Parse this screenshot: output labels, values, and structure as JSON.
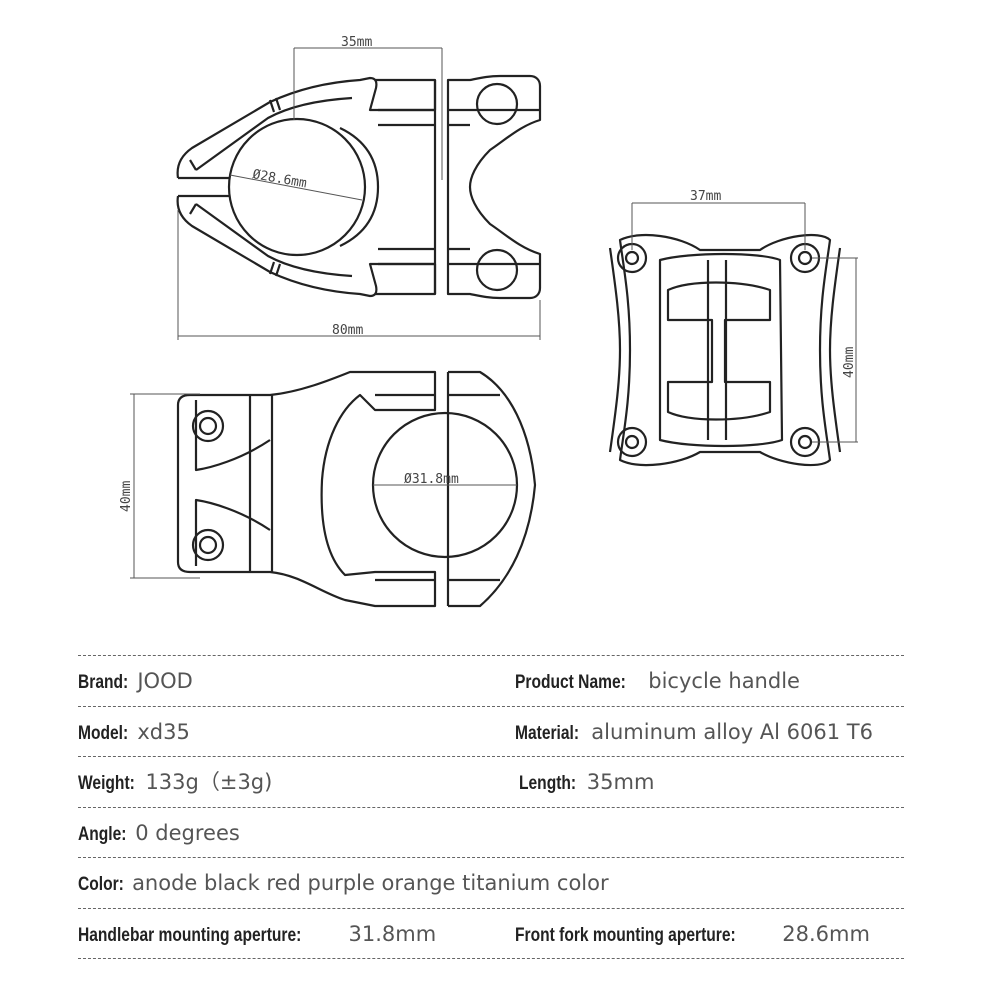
{
  "drawing": {
    "dim_top_width": "35mm",
    "dim_fork_diameter": "Ø28.6mm",
    "dim_total_length": "80mm",
    "dim_front_width": "37mm",
    "dim_front_height": "40mm",
    "dim_side_height": "40mm",
    "dim_bar_diameter": "Ø31.8mm"
  },
  "specs": {
    "brand_label": "Brand:",
    "brand_value": "JOOD",
    "product_label": "Product Name:",
    "product_value": "bicycle handle",
    "model_label": "Model:",
    "model_value": "xd35",
    "material_label": "Material:",
    "material_value": "aluminum alloy Al 6061 T6",
    "weight_label": "Weight:",
    "weight_value": "133g（±3g)",
    "length_label": "Length:",
    "length_value": "35mm",
    "angle_label": "Angle:",
    "angle_value": "0 degrees",
    "color_label": "Color:",
    "color_value": "anode black red purple orange titanium color",
    "handlebar_label": "Handlebar mounting aperture:",
    "handlebar_value": "31.8mm",
    "fork_label": "Front fork mounting aperture:",
    "fork_value": "28.6mm"
  }
}
